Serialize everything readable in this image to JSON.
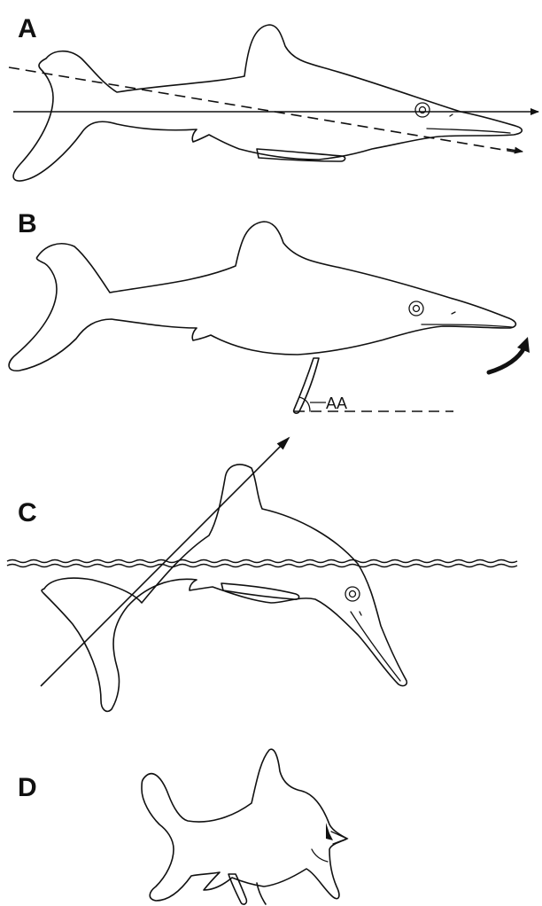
{
  "figure": {
    "panels": [
      {
        "id": "A",
        "label": "A"
      },
      {
        "id": "B",
        "label": "B",
        "angle_label": "AA"
      },
      {
        "id": "C",
        "label": "C"
      },
      {
        "id": "D",
        "label": "D"
      }
    ]
  }
}
